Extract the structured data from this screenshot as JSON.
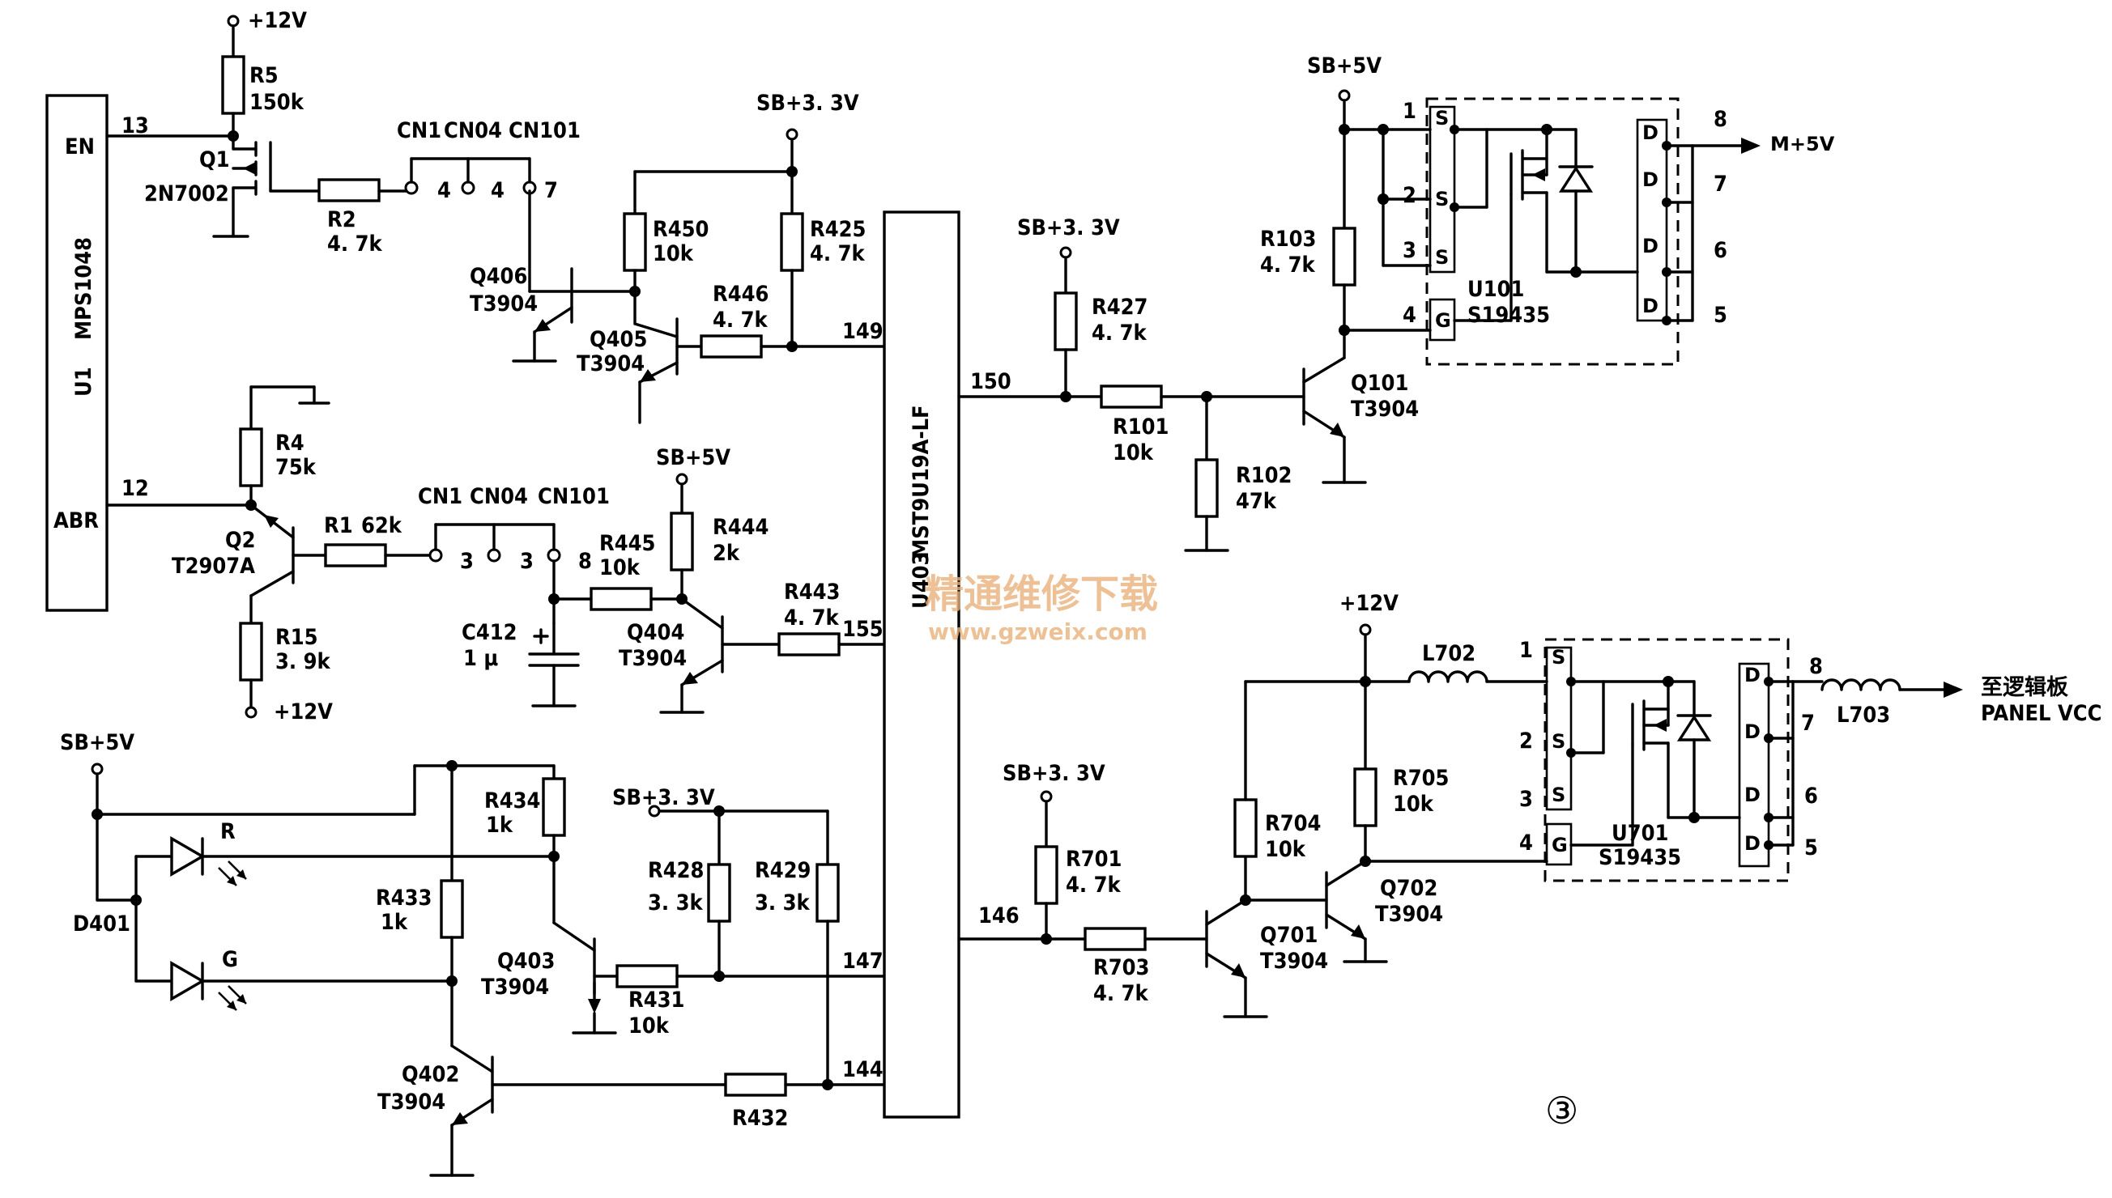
{
  "labels": {
    "vcc12_top": "+12V",
    "vcc12_mid": "+12V",
    "vcc12_bot": "+12V",
    "sb33_a": "SB+3. 3V",
    "sb33_b": "SB+3. 3V",
    "sb33_c": "SB+3. 3V",
    "sb33_d": "SB+3. 3V",
    "sb5_a": "SB+5V",
    "sb5_b": "SB+5V",
    "sb5_c": "SB+5V",
    "m5v": "M+5V",
    "dest_cn": "至逻辑板",
    "dest_en": "PANEL VCC",
    "watermark_cn": "精通维修下载",
    "watermark_url": "www.gzweix.com",
    "fig_number": "③"
  },
  "u1": {
    "ref": "U1",
    "part": "MPS1048",
    "pin_en": "EN",
    "pin_abr": "ABR",
    "pin13": "13",
    "pin12": "12"
  },
  "u403": {
    "ref": "U403",
    "part": "MST9U19A-LF",
    "pin149": "149",
    "pin150": "150",
    "pin155": "155",
    "pin146": "146",
    "pin147": "147",
    "pin144": "144"
  },
  "connector": {
    "top": [
      "CN1",
      "CN04",
      "CN101"
    ],
    "top_pins": [
      "4",
      "4",
      "7"
    ],
    "mid": [
      "CN1",
      "CN04",
      "CN101"
    ],
    "mid_pins": [
      "3",
      "3",
      "8"
    ]
  },
  "resistors": {
    "R5": [
      "R5",
      "150k"
    ],
    "R2": [
      "R2",
      "4. 7k"
    ],
    "R450": [
      "R450",
      "10k"
    ],
    "R425": [
      "R425",
      "4. 7k"
    ],
    "R446": [
      "R446",
      "4. 7k"
    ],
    "R4": [
      "R4",
      "75k"
    ],
    "R1": [
      "R1",
      "62k"
    ],
    "R15": [
      "R15",
      "3. 9k"
    ],
    "R445": [
      "R445",
      "10k"
    ],
    "R444": [
      "R444",
      "2k"
    ],
    "R443": [
      "R443",
      "4. 7k"
    ],
    "R434": [
      "R434",
      "1k"
    ],
    "R433": [
      "R433",
      "1k"
    ],
    "R428": [
      "R428",
      "3. 3k"
    ],
    "R429": [
      "R429",
      "3. 3k"
    ],
    "R431": [
      "R431",
      "10k"
    ],
    "R432": [
      "R432",
      ""
    ],
    "R427": [
      "R427",
      "4. 7k"
    ],
    "R101": [
      "R101",
      "10k"
    ],
    "R102": [
      "R102",
      "47k"
    ],
    "R103": [
      "R103",
      "4. 7k"
    ],
    "R701": [
      "R701",
      "4. 7k"
    ],
    "R703": [
      "R703",
      "4. 7k"
    ],
    "R704": [
      "R704",
      "10k"
    ],
    "R705": [
      "R705",
      "10k"
    ]
  },
  "capacitors": {
    "C412": [
      "C412",
      "1 μ"
    ]
  },
  "inductors": {
    "L702": "L702",
    "L703": "L703"
  },
  "transistors": {
    "Q1": [
      "Q1",
      "2N7002"
    ],
    "Q406": [
      "Q406",
      "T3904"
    ],
    "Q405": [
      "Q405",
      "T3904"
    ],
    "Q2": [
      "Q2",
      "T2907A"
    ],
    "Q404": [
      "Q404",
      "T3904"
    ],
    "Q403": [
      "Q403",
      "T3904"
    ],
    "Q402": [
      "Q402",
      "T3904"
    ],
    "Q101": [
      "Q101",
      "T3904"
    ],
    "Q701": [
      "Q701",
      "T3904"
    ],
    "Q702": [
      "Q702",
      "T3904"
    ]
  },
  "leds": {
    "ref": "D401",
    "red": "R",
    "green": "G"
  },
  "mosfet_ics": {
    "u101": {
      "ref": "U101",
      "part": "S19435",
      "pins_left": [
        "1",
        "2",
        "3",
        "4"
      ],
      "pins_right": [
        "8",
        "7",
        "6",
        "5"
      ],
      "s": "S",
      "g": "G",
      "d": "D"
    },
    "u701": {
      "ref": "U701",
      "part": "S19435",
      "pins_left": [
        "1",
        "2",
        "3",
        "4"
      ],
      "pins_right": [
        "8",
        "7",
        "6",
        "5"
      ],
      "s": "S",
      "g": "G",
      "d": "D"
    }
  }
}
